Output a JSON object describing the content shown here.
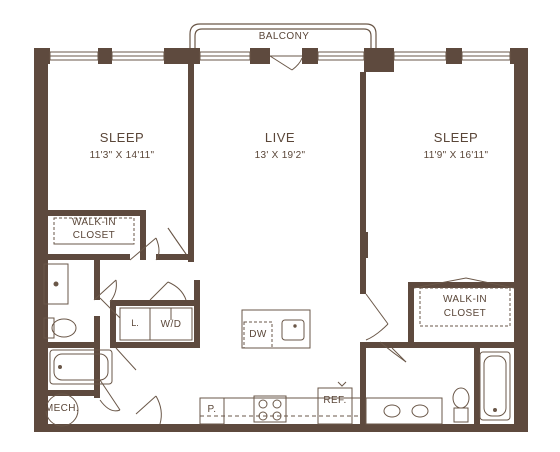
{
  "plan": {
    "colors": {
      "wall": "#5e4a3e",
      "line": "#6a5748",
      "background": "#ffffff"
    },
    "balcony": "BALCONY",
    "rooms": {
      "bedroom_left": {
        "name": "SLEEP",
        "dims": "11'3\" X 14'11\""
      },
      "living": {
        "name": "LIVE",
        "dims": "13' X 19'2\""
      },
      "bedroom_right": {
        "name": "SLEEP",
        "dims": "11'9\" X 16'11\""
      }
    },
    "closet_left": {
      "line1": "WALK-IN",
      "line2": "CLOSET"
    },
    "closet_right": {
      "line1": "WALK-IN",
      "line2": "CLOSET"
    },
    "linen": "L.",
    "laundry": "W/D",
    "dishwasher": "DW",
    "pantry": "P.",
    "refrigerator": "REF.",
    "mechanical": "MECH."
  }
}
